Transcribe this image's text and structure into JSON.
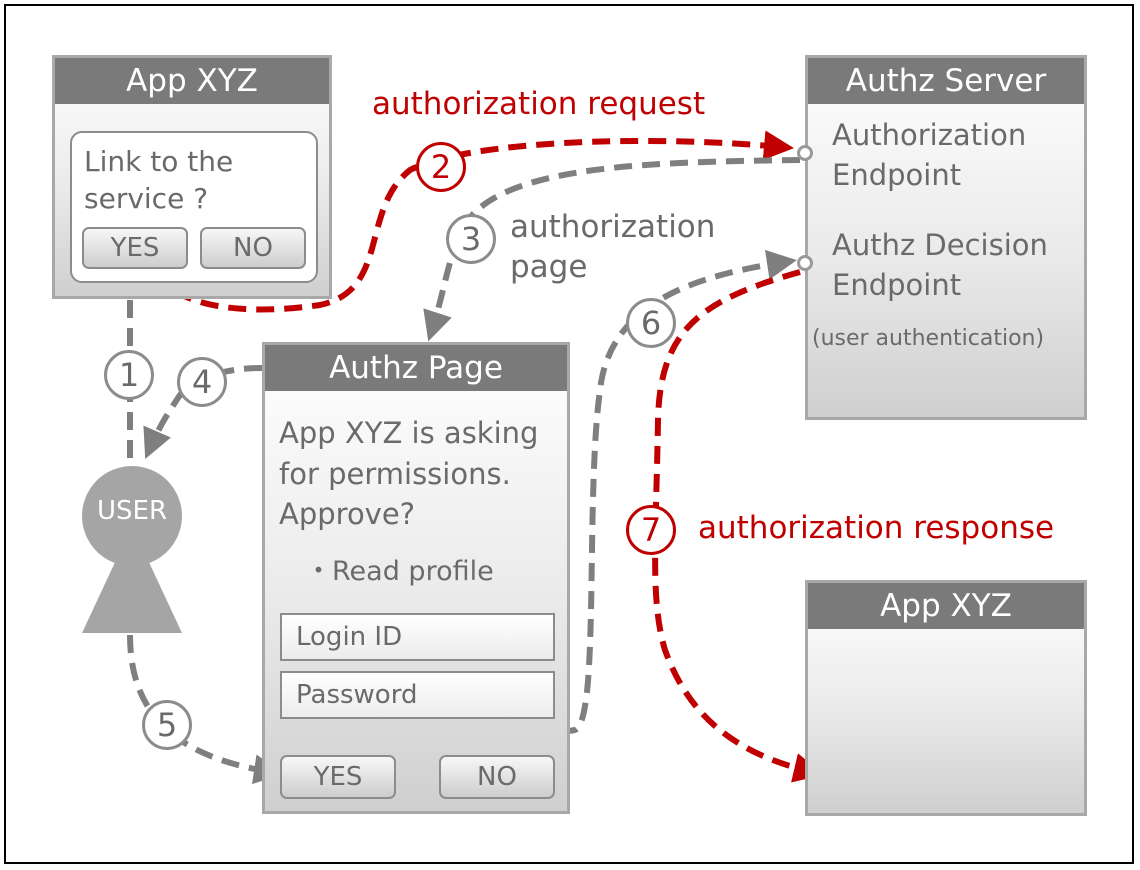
{
  "colors": {
    "gray_arrow": "#7f7f7f",
    "red_arrow": "#c00000",
    "header_bg": "#7a7a7a"
  },
  "app_top": {
    "title": "App XYZ",
    "dialog_line1": "Link to the",
    "dialog_line2": "service ?",
    "yes": "YES",
    "no": "NO"
  },
  "authz_server": {
    "title": "Authz Server",
    "authorization_endpoint_line1": "Authorization",
    "authorization_endpoint_line2": "Endpoint",
    "decision_endpoint_line1": "Authz Decision",
    "decision_endpoint_line2": "Endpoint",
    "user_auth_note": "(user authentication)"
  },
  "authz_page": {
    "title": "Authz Page",
    "line1": "App XYZ is asking",
    "line2": "for permissions.",
    "line3": "Approve?",
    "scope_item": "・Read profile",
    "login_placeholder": "Login ID",
    "password_placeholder": "Password",
    "yes": "YES",
    "no": "NO"
  },
  "app_bottom": {
    "title": "App XYZ"
  },
  "user": {
    "label": "USER"
  },
  "labels": {
    "authorization_request": "authorization request",
    "authorization_page_line1": "authorization",
    "authorization_page_line2": "page",
    "authorization_response": "authorization response"
  },
  "steps": [
    "1",
    "2",
    "3",
    "4",
    "5",
    "6",
    "7"
  ]
}
